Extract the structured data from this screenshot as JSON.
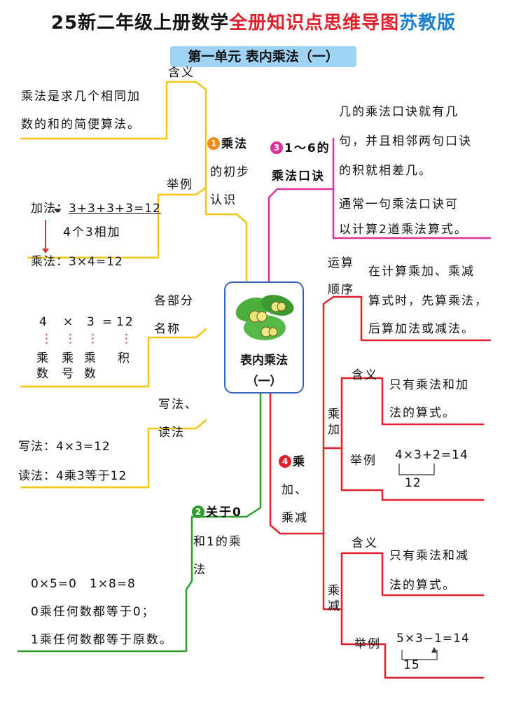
{
  "title": {
    "part1": "25新二年级上册数学",
    "part2": "全册知识点思维导图",
    "part3": "苏教版"
  },
  "unit_title": "第一单元 表内乘法（一）",
  "center": {
    "line1": "表内乘法",
    "line2": "（一）"
  },
  "branch1": {
    "num": "1",
    "label_l1": "乘法",
    "label_l2": "的初步",
    "label_l3": "认识",
    "meaning": {
      "label": "含义",
      "text_l1": "乘法是求几个相同加",
      "text_l2": "数的和的简便算法。"
    },
    "example": {
      "label": "举例",
      "add_prefix": "加法：",
      "add_expr": "3+3+3+3=12",
      "add_note": "4个3相加",
      "mul_prefix": "乘法：",
      "mul_expr": "3×4=12"
    },
    "parts": {
      "label_l1": "各部分",
      "label_l2": "名称",
      "eq": [
        "4",
        "×",
        "3",
        "=",
        "12"
      ],
      "name1_l1": "乘",
      "name1_l2": "数",
      "name2_l1": "乘",
      "name2_l2": "号",
      "name3_l1": "乘",
      "name3_l2": "数",
      "name4": "积"
    },
    "writing": {
      "label_l1": "写法、",
      "label_l2": "读法",
      "write": "写法：4×3=12",
      "read": "读法：4乘3等于12"
    }
  },
  "branch2": {
    "num": "2",
    "label_l1": "关于0",
    "label_l2": "和1的乘",
    "label_l3": "法",
    "examples": "0×5=0　1×8=8",
    "rule1": "0乘任何数都等于0；",
    "rule2": "1乘任何数都等于原数。"
  },
  "branch3": {
    "num": "3",
    "label_l1": "1～6的",
    "label_l2": "乘法口诀",
    "text1_l1": "几的乘法口诀就有几",
    "text1_l2": "句，并且相邻两句口诀",
    "text1_l3": "的积就相差几。",
    "text2_l1": "通常一句乘法口诀可",
    "text2_l2": "以计算2道乘法算式。"
  },
  "branch4": {
    "num": "4",
    "label_l1": "乘",
    "label_l2": "加、",
    "label_l3": "乘减",
    "order": {
      "label_l1": "运算",
      "label_l2": "顺序",
      "text_l1": "在计算乘加、乘减",
      "text_l2": "算式时，先算乘法，",
      "text_l3": "后算加法或减法。"
    },
    "muladd": {
      "label_l1": "乘",
      "label_l2": "加",
      "meaning_label": "含义",
      "meaning_l1": "只有乘法和加",
      "meaning_l2": "法的算式。",
      "example_label": "举例",
      "expr": "4×3+2=14",
      "partial": "12"
    },
    "mulsub": {
      "label_l1": "乘",
      "label_l2": "减",
      "meaning_label": "含义",
      "meaning_l1": "只有乘法和减",
      "meaning_l2": "法的算式。",
      "example_label": "举例",
      "expr": "5×3−1=14",
      "partial": "15"
    }
  },
  "colors": {
    "yellow": "#f5c518",
    "green": "#2e9e2e",
    "pink": "#e0309a",
    "red": "#e0202a",
    "orange": "#f08a1c"
  }
}
